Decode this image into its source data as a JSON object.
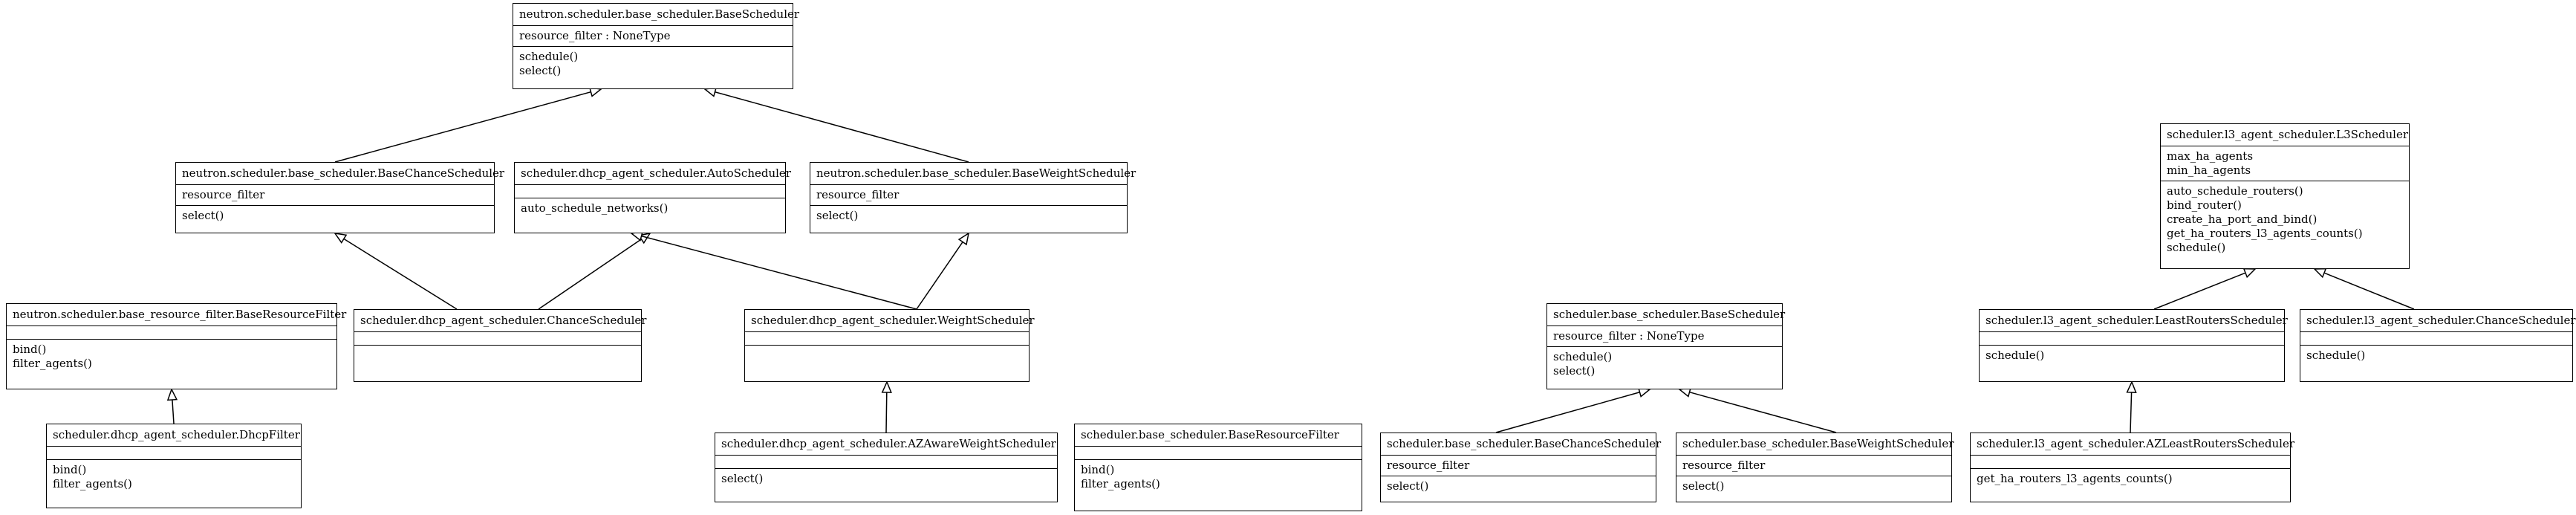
{
  "classes": [
    {
      "id": "c1",
      "name": "neutron.scheduler.base_scheduler.BaseScheduler",
      "attrs": [
        "resource_filter : NoneType"
      ],
      "ops": [
        "schedule()",
        "select()"
      ]
    },
    {
      "id": "c2",
      "name": "neutron.scheduler.base_scheduler.BaseChanceScheduler",
      "attrs": [
        "resource_filter"
      ],
      "ops": [
        "select()"
      ]
    },
    {
      "id": "c3",
      "name": "scheduler.dhcp_agent_scheduler.AutoScheduler",
      "attrs": [],
      "ops": [
        "auto_schedule_networks()"
      ]
    },
    {
      "id": "c4",
      "name": "neutron.scheduler.base_scheduler.BaseWeightScheduler",
      "attrs": [
        "resource_filter"
      ],
      "ops": [
        "select()"
      ]
    },
    {
      "id": "c5",
      "name": "neutron.scheduler.base_resource_filter.BaseResourceFilter",
      "attrs": [],
      "ops": [
        "bind()",
        "filter_agents()"
      ]
    },
    {
      "id": "c6",
      "name": "scheduler.dhcp_agent_scheduler.ChanceScheduler",
      "attrs": [],
      "ops": []
    },
    {
      "id": "c7",
      "name": "scheduler.dhcp_agent_scheduler.WeightScheduler",
      "attrs": [],
      "ops": []
    },
    {
      "id": "c8",
      "name": "scheduler.dhcp_agent_scheduler.DhcpFilter",
      "attrs": [],
      "ops": [
        "bind()",
        "filter_agents()"
      ]
    },
    {
      "id": "c9",
      "name": "scheduler.dhcp_agent_scheduler.AZAwareWeightScheduler",
      "attrs": [],
      "ops": [
        "select()"
      ]
    },
    {
      "id": "c10",
      "name": "scheduler.base_scheduler.BaseResourceFilter",
      "attrs": [],
      "ops": [
        "bind()",
        "filter_agents()"
      ]
    },
    {
      "id": "c11",
      "name": "scheduler.base_scheduler.BaseScheduler",
      "attrs": [
        "resource_filter : NoneType"
      ],
      "ops": [
        "schedule()",
        "select()"
      ]
    },
    {
      "id": "c12",
      "name": "scheduler.base_scheduler.BaseChanceScheduler",
      "attrs": [
        "resource_filter"
      ],
      "ops": [
        "select()"
      ]
    },
    {
      "id": "c13",
      "name": "scheduler.base_scheduler.BaseWeightScheduler",
      "attrs": [
        "resource_filter"
      ],
      "ops": [
        "select()"
      ]
    },
    {
      "id": "c14",
      "name": "scheduler.l3_agent_scheduler.L3Scheduler",
      "attrs": [
        "max_ha_agents",
        "min_ha_agents"
      ],
      "ops": [
        "auto_schedule_routers()",
        "bind_router()",
        "create_ha_port_and_bind()",
        "get_ha_routers_l3_agents_counts()",
        "schedule()"
      ]
    },
    {
      "id": "c15",
      "name": "scheduler.l3_agent_scheduler.LeastRoutersScheduler",
      "attrs": [],
      "ops": [
        "schedule()"
      ]
    },
    {
      "id": "c16",
      "name": "scheduler.l3_agent_scheduler.ChanceScheduler",
      "attrs": [],
      "ops": [
        "schedule()"
      ]
    },
    {
      "id": "c17",
      "name": "scheduler.l3_agent_scheduler.AZLeastRoutersScheduler",
      "attrs": [],
      "ops": [
        "get_ha_routers_l3_agents_counts()"
      ]
    }
  ],
  "inheritance": [
    [
      "c2",
      "c1"
    ],
    [
      "c4",
      "c1"
    ],
    [
      "c6",
      "c2"
    ],
    [
      "c6",
      "c3"
    ],
    [
      "c7",
      "c3"
    ],
    [
      "c7",
      "c4"
    ],
    [
      "c8",
      "c5"
    ],
    [
      "c9",
      "c7"
    ],
    [
      "c12",
      "c11"
    ],
    [
      "c13",
      "c11"
    ],
    [
      "c15",
      "c14"
    ],
    [
      "c16",
      "c14"
    ],
    [
      "c17",
      "c15"
    ]
  ]
}
